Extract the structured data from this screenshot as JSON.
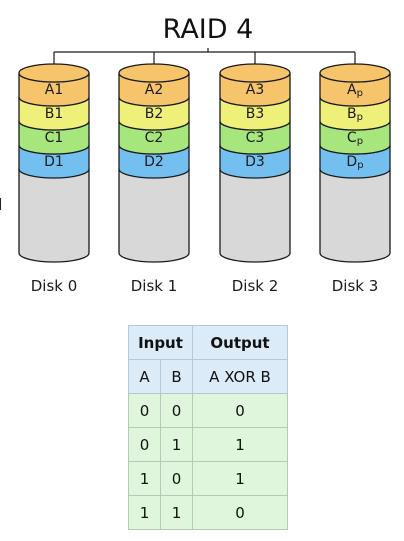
{
  "title": "RAID 4",
  "stray_text": "l",
  "colors": {
    "block_a": "#f5c46b",
    "block_b": "#eef07a",
    "block_c": "#a6e67c",
    "block_d": "#73c0f0",
    "disk_body": "#d8d8d8",
    "outline": "#1a1a1a",
    "table_header": "#dcebf8",
    "table_data": "#dff5dc"
  },
  "disks": [
    {
      "label": "Disk 0",
      "blocks": [
        {
          "main": "A1",
          "sub": ""
        },
        {
          "main": "B1",
          "sub": ""
        },
        {
          "main": "C1",
          "sub": ""
        },
        {
          "main": "D1",
          "sub": ""
        }
      ]
    },
    {
      "label": "Disk 1",
      "blocks": [
        {
          "main": "A2",
          "sub": ""
        },
        {
          "main": "B2",
          "sub": ""
        },
        {
          "main": "C2",
          "sub": ""
        },
        {
          "main": "D2",
          "sub": ""
        }
      ]
    },
    {
      "label": "Disk 2",
      "blocks": [
        {
          "main": "A3",
          "sub": ""
        },
        {
          "main": "B3",
          "sub": ""
        },
        {
          "main": "C3",
          "sub": ""
        },
        {
          "main": "D3",
          "sub": ""
        }
      ]
    },
    {
      "label": "Disk 3",
      "blocks": [
        {
          "main": "A",
          "sub": "p"
        },
        {
          "main": "B",
          "sub": "p"
        },
        {
          "main": "C",
          "sub": "p"
        },
        {
          "main": "D",
          "sub": "p"
        }
      ]
    }
  ],
  "table": {
    "input_header": "Input",
    "output_header": "Output",
    "col_a": "A",
    "col_b": "B",
    "col_out": "A XOR B",
    "rows": [
      [
        "0",
        "0",
        "0"
      ],
      [
        "0",
        "1",
        "1"
      ],
      [
        "1",
        "0",
        "1"
      ],
      [
        "1",
        "1",
        "0"
      ]
    ]
  }
}
